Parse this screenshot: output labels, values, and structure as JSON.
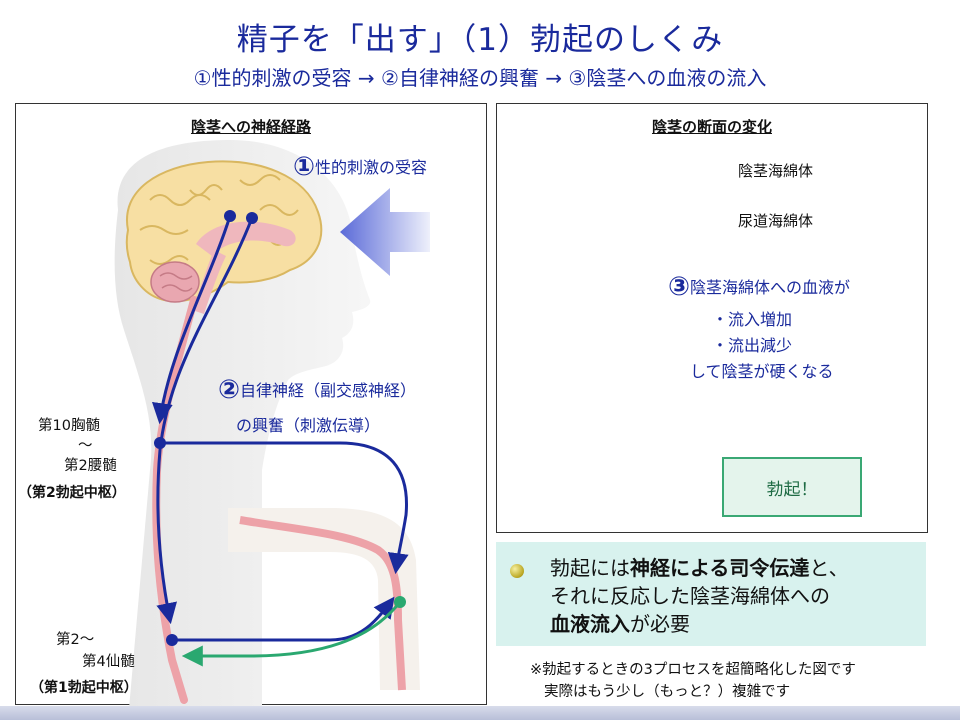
{
  "title": "精子を「出す」（1）勃起のしくみ",
  "subtitle": "①性的刺激の受容 → ②自律神経の興奮 → ③陰茎への血液の流入",
  "left_panel": {
    "title": "陰茎への神経経路",
    "step1_num": "①",
    "step1_text": "性的刺激の受容",
    "step2_num": "②",
    "step2_line1": "自律神経（副交感神経）",
    "step2_line2": "の興奮（刺激伝導）",
    "center2": {
      "line1": "第10胸髄",
      "line2": "～",
      "line3": "第2腰髄",
      "name": "（第2勃起中枢）"
    },
    "center1": {
      "line1": "第2～",
      "line2": "第4仙髄",
      "name": "（第1勃起中枢）"
    }
  },
  "right_panel": {
    "title": "陰茎の断面の変化",
    "label_cavernosum": "陰茎海綿体",
    "label_spongiosum": "尿道海綿体",
    "step3_num": "③",
    "step3_text": "陰茎海綿体への血液が",
    "bullet1": "・流入増加",
    "bullet2": "・流出減少",
    "result": "して陰茎が硬くなる",
    "erection_box": "勃起！"
  },
  "summary": {
    "line1_a": "勃起には",
    "line1_b": "神経による司令伝達",
    "line1_c": "と、",
    "line2": "それに反応した陰茎海綿体への",
    "line3_a": "血液流入",
    "line3_b": "が必要"
  },
  "note": {
    "line1": "※勃起するときの3プロセスを超簡略化した図です",
    "line2": "実際はもう少し（もっと？）複雑です"
  },
  "colors": {
    "title_blue": "#1a2a9c",
    "nerve_blue": "#1a2a9c",
    "return_green": "#2aa870",
    "cavernosum_pink": "#eda2a8",
    "panel_fill": "#fbf1dc",
    "summary_bg": "#d8f2ee"
  }
}
